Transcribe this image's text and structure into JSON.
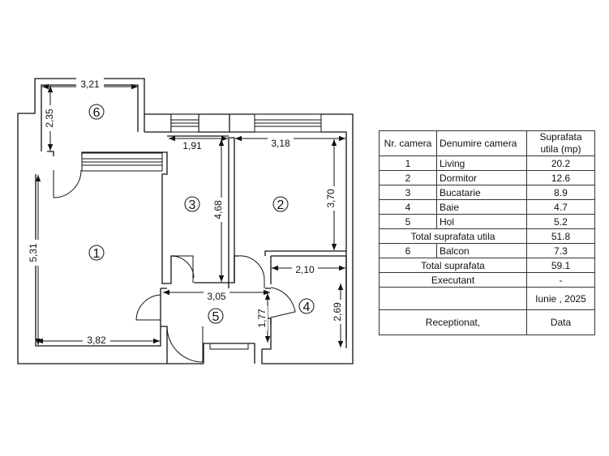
{
  "dimensions": {
    "balcony_width": "3,21",
    "balcony_depth": "2,35",
    "kitchen_width": "1,91",
    "bedroom_width": "3,18",
    "kitchen_depth": "4,68",
    "bedroom_depth": "3,70",
    "living_depth": "5,31",
    "hall_width": "3,05",
    "bath_width": "2,10",
    "bath_depth": "2,69",
    "hall_depth": "1,77",
    "living_width": "3,82"
  },
  "rooms": {
    "living": "1",
    "bedroom": "2",
    "kitchen": "3",
    "bath": "4",
    "hall": "5",
    "balcony": "6"
  },
  "table": {
    "header": {
      "nr": "Nr. camera",
      "name": "Denumire camera",
      "area_line1": "Suprafata",
      "area_line2": "utila (mp)"
    },
    "rows": [
      {
        "nr": "1",
        "name": "Living",
        "area": "20.2"
      },
      {
        "nr": "2",
        "name": "Dormitor",
        "area": "12.6"
      },
      {
        "nr": "3",
        "name": "Bucatarie",
        "area": "8.9"
      },
      {
        "nr": "4",
        "name": "Baie",
        "area": "4.7"
      },
      {
        "nr": "5",
        "name": "Hol",
        "area": "5.2"
      }
    ],
    "total_utila_label": "Total suprafata utila",
    "total_utila_value": "51.8",
    "balcony_row": {
      "nr": "6",
      "name": "Balcon",
      "area": "7.3"
    },
    "total_label": "Total suprafata",
    "total_value": "59.1",
    "executant_label": "Executant",
    "executant_value": "-",
    "date_value": "Iunie , 2025",
    "receptionat_label": "Receptionat,",
    "data_label": "Data"
  }
}
